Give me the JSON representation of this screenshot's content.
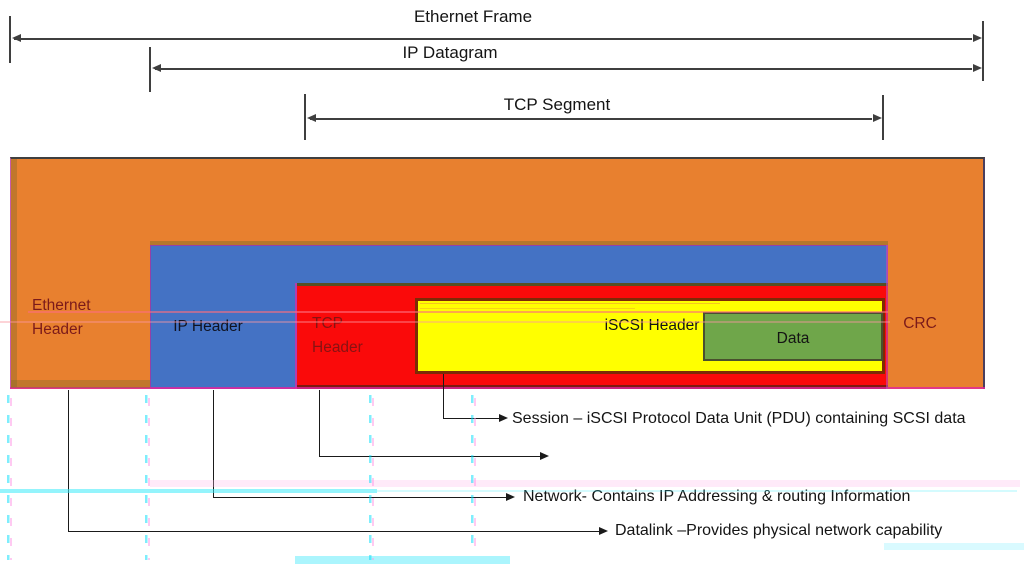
{
  "colors": {
    "frame_orange": "#E8802F",
    "ip_blue": "#4472C4",
    "tcp_red": "#FA0A0A",
    "iscsi_yellow": "#FFFF00",
    "data_green": "#6FA64A",
    "maroon_text": "#7B1A1A",
    "tcp_text": "#871313",
    "ip_text": "#101322",
    "dark_text": "#141414",
    "arrow_gray": "#3F3F3F",
    "line_black": "#1A1A1A",
    "magenta_fringe": "#E0259E"
  },
  "span_arrows": {
    "ethernet": {
      "label": "Ethernet Frame"
    },
    "ip": {
      "label": "IP Datagram"
    },
    "tcp": {
      "label": "TCP Segment"
    }
  },
  "frame": {
    "ethernet_header": "Ethernet Header",
    "ip_header": "IP Header",
    "tcp_header": "TCP Header",
    "iscsi_header": "iSCSI Header",
    "data_label": "Data",
    "crc_label": "CRC"
  },
  "annotations": {
    "session": "Session – iSCSI Protocol Data Unit (PDU) containing SCSI data",
    "network": "Network- Contains IP Addressing & routing Information",
    "datalink": "Datalink –Provides physical network capability"
  }
}
